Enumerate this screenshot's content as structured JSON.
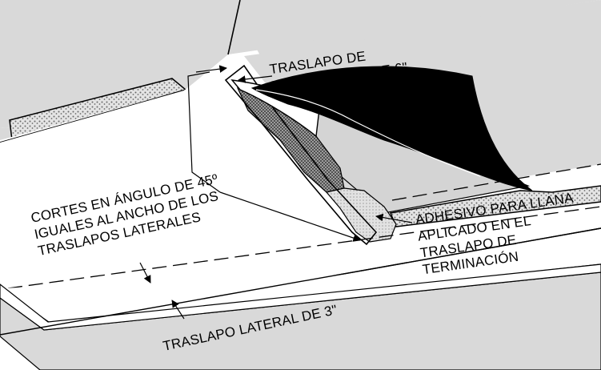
{
  "labels": {
    "end_lap": [
      "TRASLAPO DE",
      "TERMINACIÓN DE 6\""
    ],
    "cuts": [
      "CORTES EN ÁNGULO DE 45º",
      "IGUALES AL ANCHO DE LOS",
      "TRASLAPOS LATERALES"
    ],
    "adhesive": [
      "ADHESIVO PARA LLANA",
      "APLICADO EN EL",
      "TRASLAPO DE",
      "TERMINACIÓN"
    ],
    "side_lap": "TRASLAPO LATERAL DE 3\""
  },
  "colors": {
    "roof_gray": "#d9d9d9",
    "sheet_white": "#ffffff",
    "black_membrane": "#000000",
    "adhesive_dark": "#6e6e6e",
    "adhesive_light": "#c8c8c8",
    "gravel": "#9a9a9a"
  }
}
